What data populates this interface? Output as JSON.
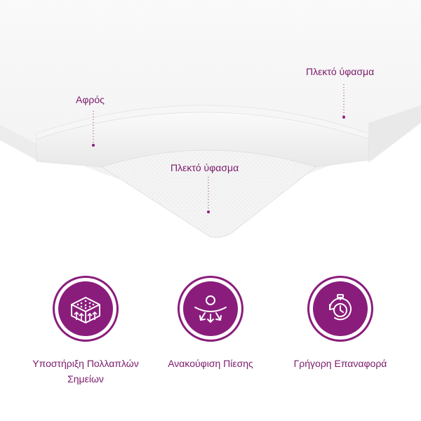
{
  "diagram": {
    "labels": {
      "top_fabric": "Πλεκτό ύφασμα",
      "foam": "Αφρός",
      "bottom_fabric": "Πλεκτό ύφασμα"
    }
  },
  "features": [
    {
      "icon": "multi-point-support-icon",
      "label": "Υποστήριξη Πολλαπλών Σημείων"
    },
    {
      "icon": "pressure-relief-icon",
      "label": "Ανακούφιση Πίεσης"
    },
    {
      "icon": "fast-recovery-stopwatch-icon",
      "label": "Γρήγορη Επαναφορά"
    }
  ],
  "colors": {
    "accent": "#8a1d7c",
    "text": "#7a1a6b"
  }
}
